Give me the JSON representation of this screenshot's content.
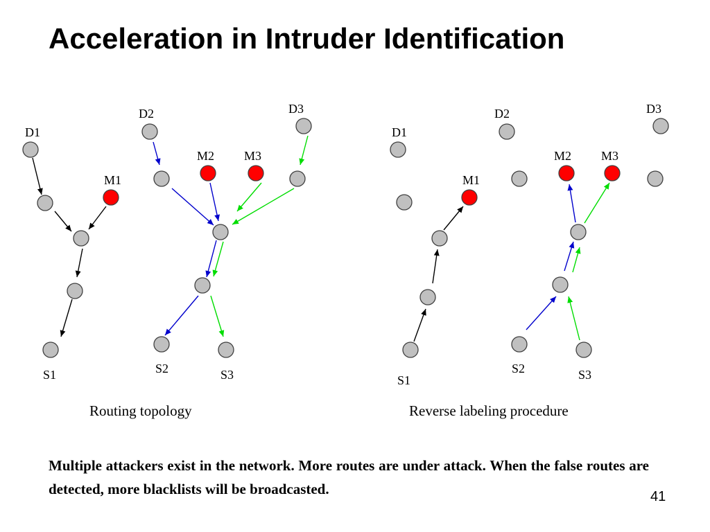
{
  "title": "Acceleration in Intruder Identification",
  "colors": {
    "normal_node": "#c0c0c0",
    "attacker_node": "#ff0000",
    "route_black": "#000000",
    "route_blue": "#0000cc",
    "route_green": "#00dd00"
  },
  "left_diagram": {
    "caption": "Routing topology",
    "labels": {
      "d1": "D1",
      "d2": "D2",
      "d3": "D3",
      "m1": "M1",
      "m2": "M2",
      "m3": "M3",
      "s1": "S1",
      "s2": "S2",
      "s3": "S3"
    }
  },
  "right_diagram": {
    "caption": "Reverse labeling procedure",
    "labels": {
      "d1": "D1",
      "d2": "D2",
      "d3": "D3",
      "m1": "M1",
      "m2": "M2",
      "m3": "M3",
      "s1": "S1",
      "s2": "S2",
      "s3": "S3"
    }
  },
  "description": "Multiple attackers exist in the network. More routes are under attack. When the false routes are detected, more blacklists will be broadcasted.",
  "page_number": "41"
}
